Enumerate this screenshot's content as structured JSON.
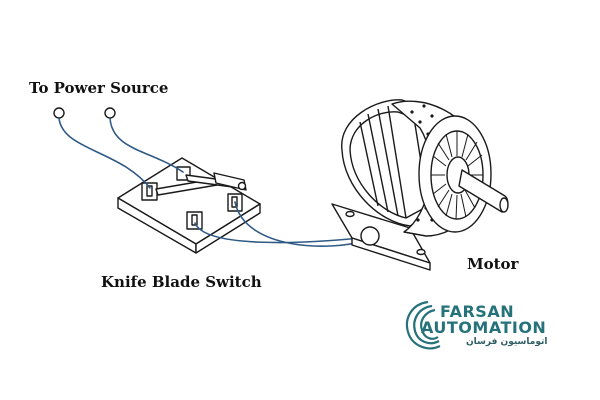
{
  "labels": {
    "power_source": "To Power Source",
    "switch": "Knife Blade Switch",
    "motor": "Motor"
  },
  "logo": {
    "line1": "FARSAN",
    "line2": "AUTOMATION",
    "line3": "اتوماسیون فرسان",
    "color": "#25727a"
  },
  "colors": {
    "wire": "#2f5a86",
    "outline": "#1a1a1a"
  }
}
